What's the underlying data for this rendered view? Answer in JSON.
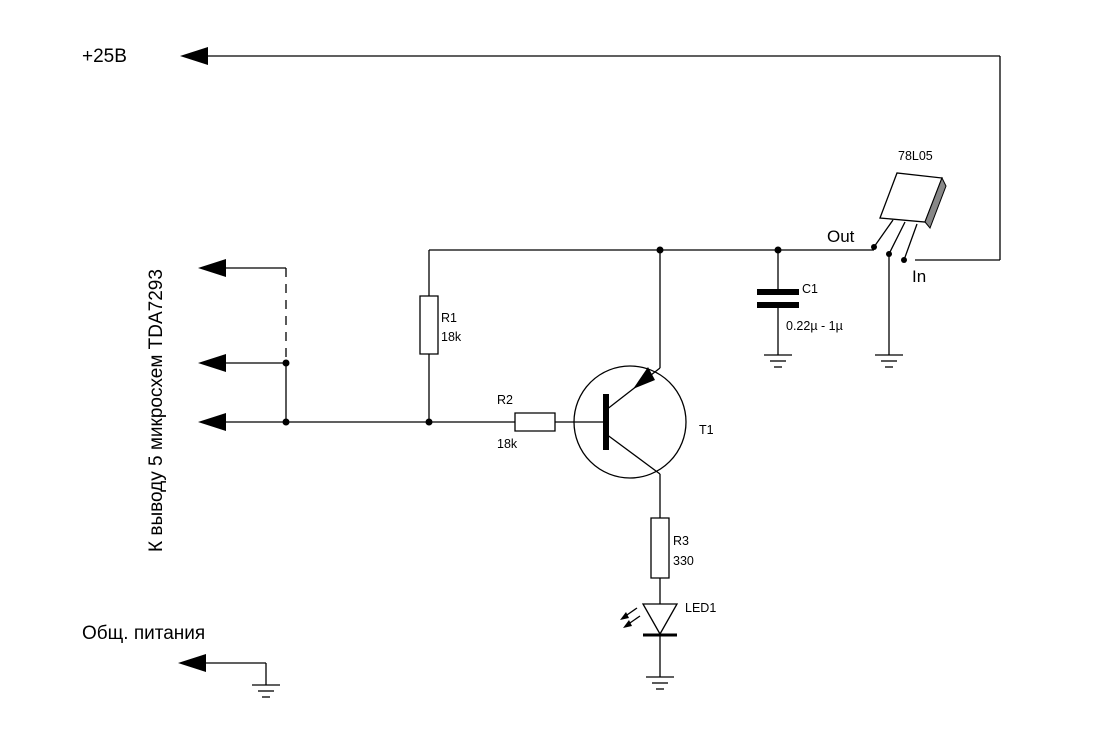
{
  "labels": {
    "supply": "+25В",
    "ground_common": "Общ. питания",
    "to_chips": "К выводу 5 микросхем TDA7293"
  },
  "regulator": {
    "name": "78L05",
    "pin_out": "Out",
    "pin_in": "In"
  },
  "components": {
    "r1": {
      "ref": "R1",
      "value": "18k"
    },
    "r2": {
      "ref": "R2",
      "value": "18k"
    },
    "r3": {
      "ref": "R3",
      "value": "330"
    },
    "c1": {
      "ref": "C1",
      "value": "0.22µ - 1µ"
    },
    "t1": {
      "ref": "T1"
    },
    "led1": {
      "ref": "LED1"
    }
  }
}
